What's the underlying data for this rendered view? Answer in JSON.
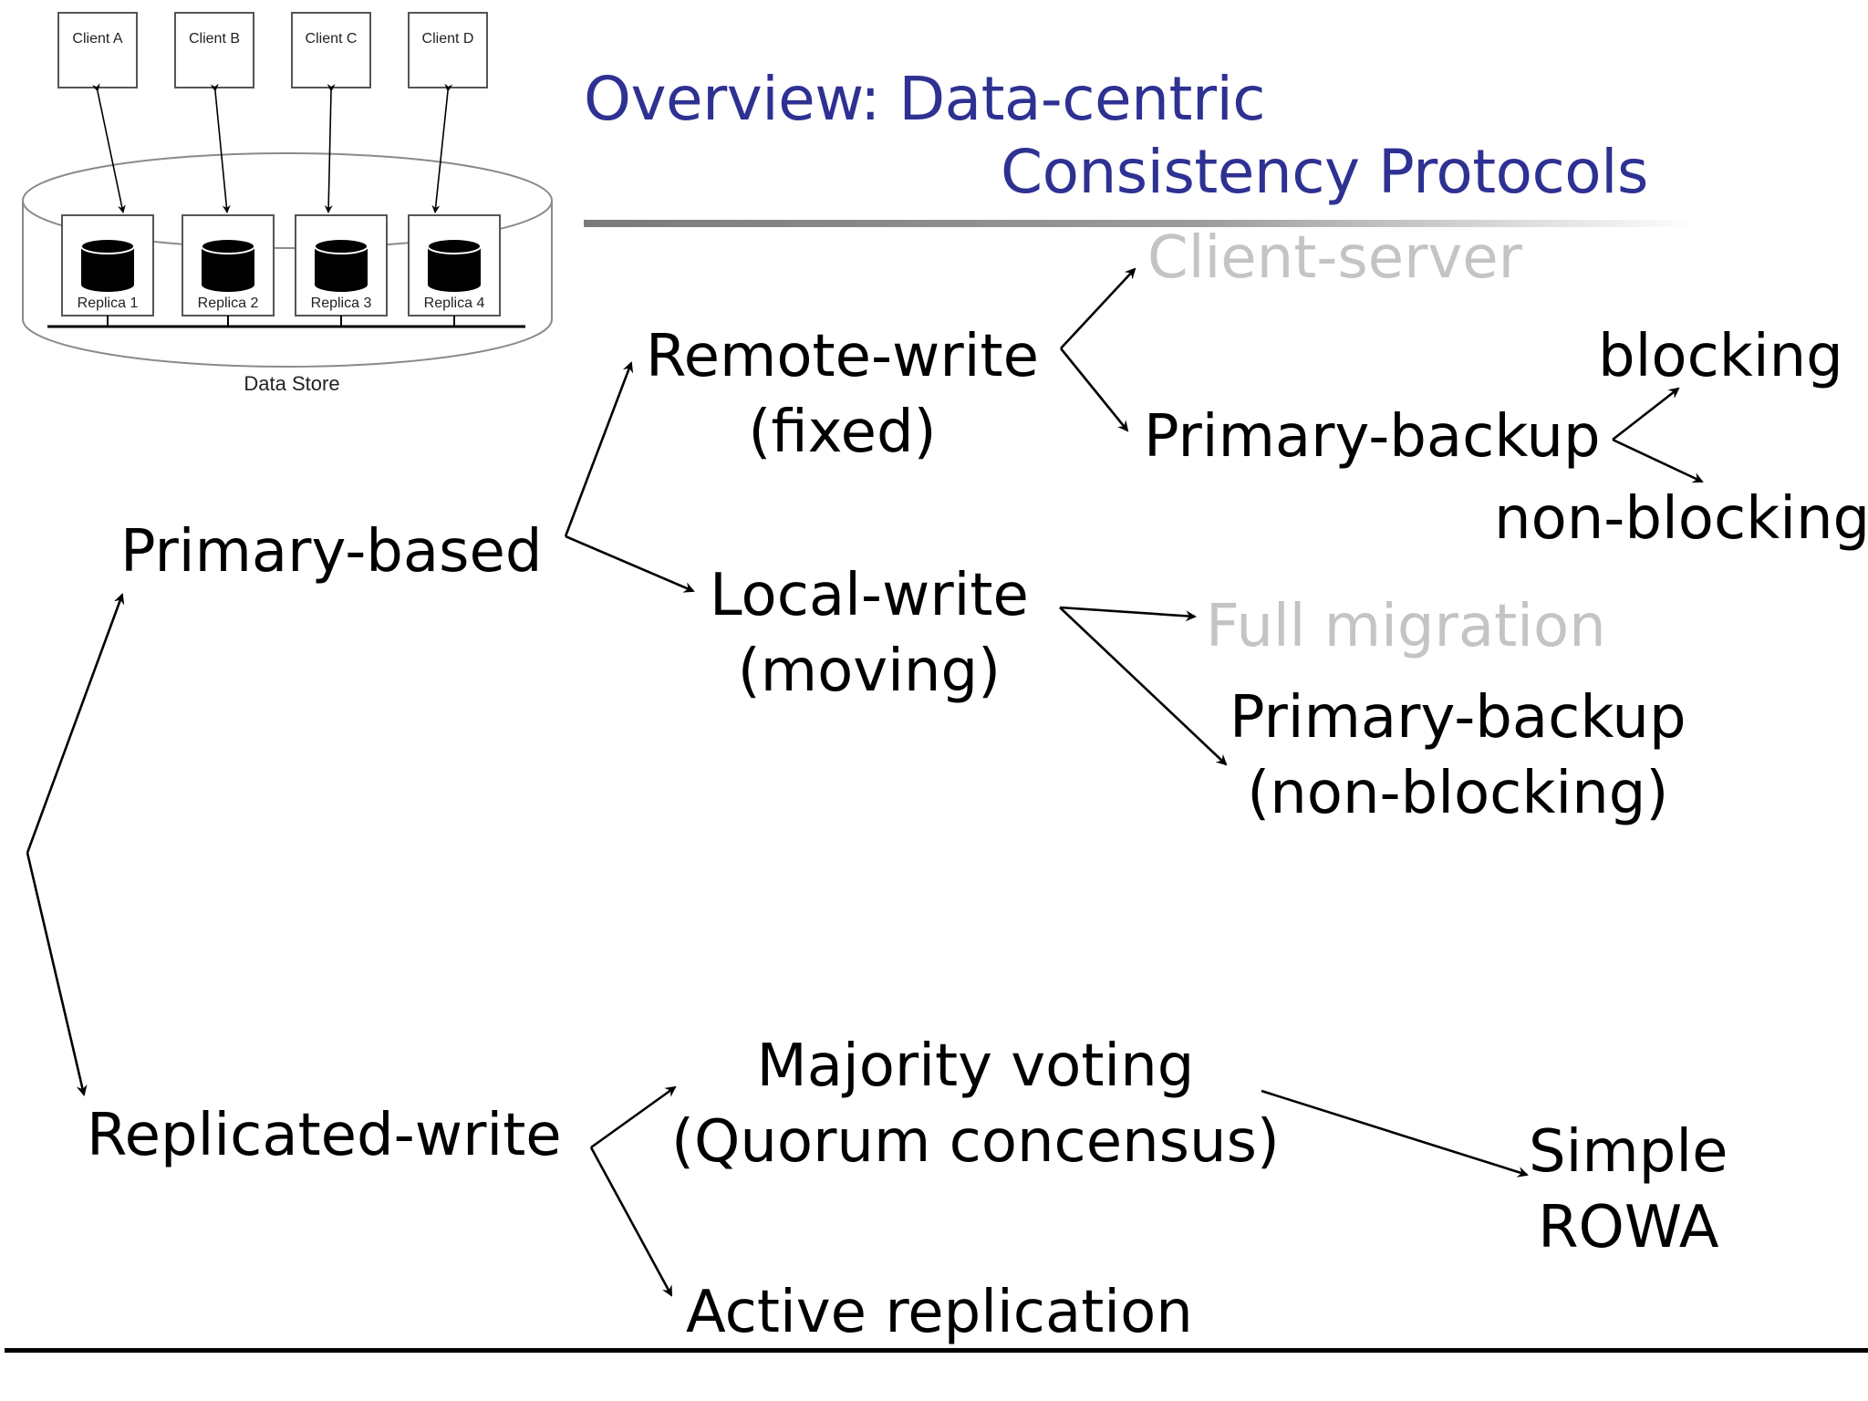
{
  "slide": {
    "title_line1": "Overview: Data-centric",
    "title_line2": "Consistency Protocols"
  },
  "datastore_figure": {
    "clients": [
      "Client A",
      "Client B",
      "Client C",
      "Client D"
    ],
    "replicas": [
      "Replica 1",
      "Replica 2",
      "Replica 3",
      "Replica 4"
    ],
    "caption": "Data Store"
  },
  "tree": {
    "primary_based": "Primary-based",
    "replicated_write": "Replicated-write",
    "remote_write": [
      "Remote-write",
      "(fixed)"
    ],
    "local_write": [
      "Local-write",
      "(moving)"
    ],
    "client_server": "Client-server",
    "primary_backup_1": "Primary-backup",
    "blocking": "blocking",
    "non_blocking": "non-blocking",
    "full_migration": "Full migration",
    "primary_backup_2": [
      "Primary-backup",
      "(non-blocking)"
    ],
    "majority_voting": [
      "Majority voting",
      "(Quorum concensus)"
    ],
    "simple_rowa": [
      "Simple",
      "ROWA"
    ],
    "active_replication": "Active replication"
  },
  "colors": {
    "title": "#2e3192",
    "dimmed": "#c4c4c4",
    "ink": "#000000"
  }
}
